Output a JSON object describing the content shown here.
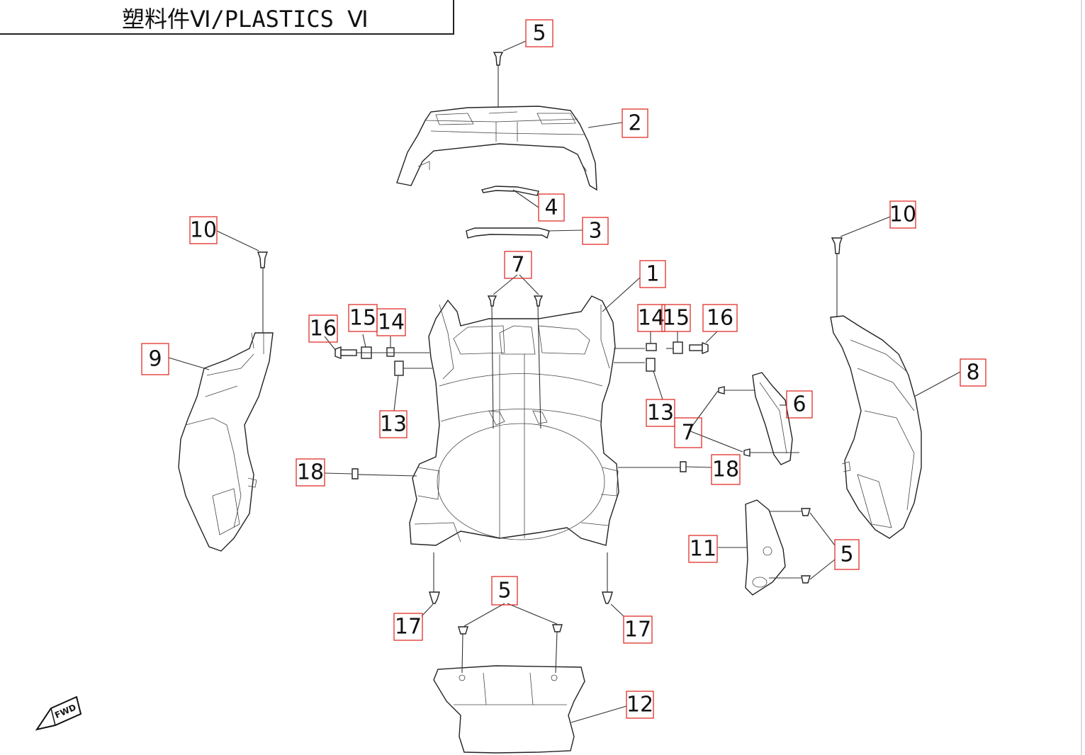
{
  "title": "塑料件Ⅵ/PLASTICS Ⅵ",
  "callouts": {
    "c1": "1",
    "c2": "2",
    "c3": "3",
    "c4": "4",
    "c5_top": "5",
    "c5_right": "5",
    "c5_bottom": "5",
    "c6": "6",
    "c7_top": "7",
    "c7_right": "7",
    "c8": "8",
    "c9": "9",
    "c10_left": "10",
    "c10_right": "10",
    "c11": "11",
    "c12": "12",
    "c13_left": "13",
    "c13_right": "13",
    "c14_left": "14",
    "c14_right": "14",
    "c15_left": "15",
    "c15_right": "15",
    "c16_left": "16",
    "c16_right": "16",
    "c17_left": "17",
    "c17_right": "17",
    "c18_left": "18",
    "c18_right": "18"
  },
  "fwd_mark": "FWD",
  "colors": {
    "callout_box": "#e0302a",
    "line": "#333333"
  }
}
